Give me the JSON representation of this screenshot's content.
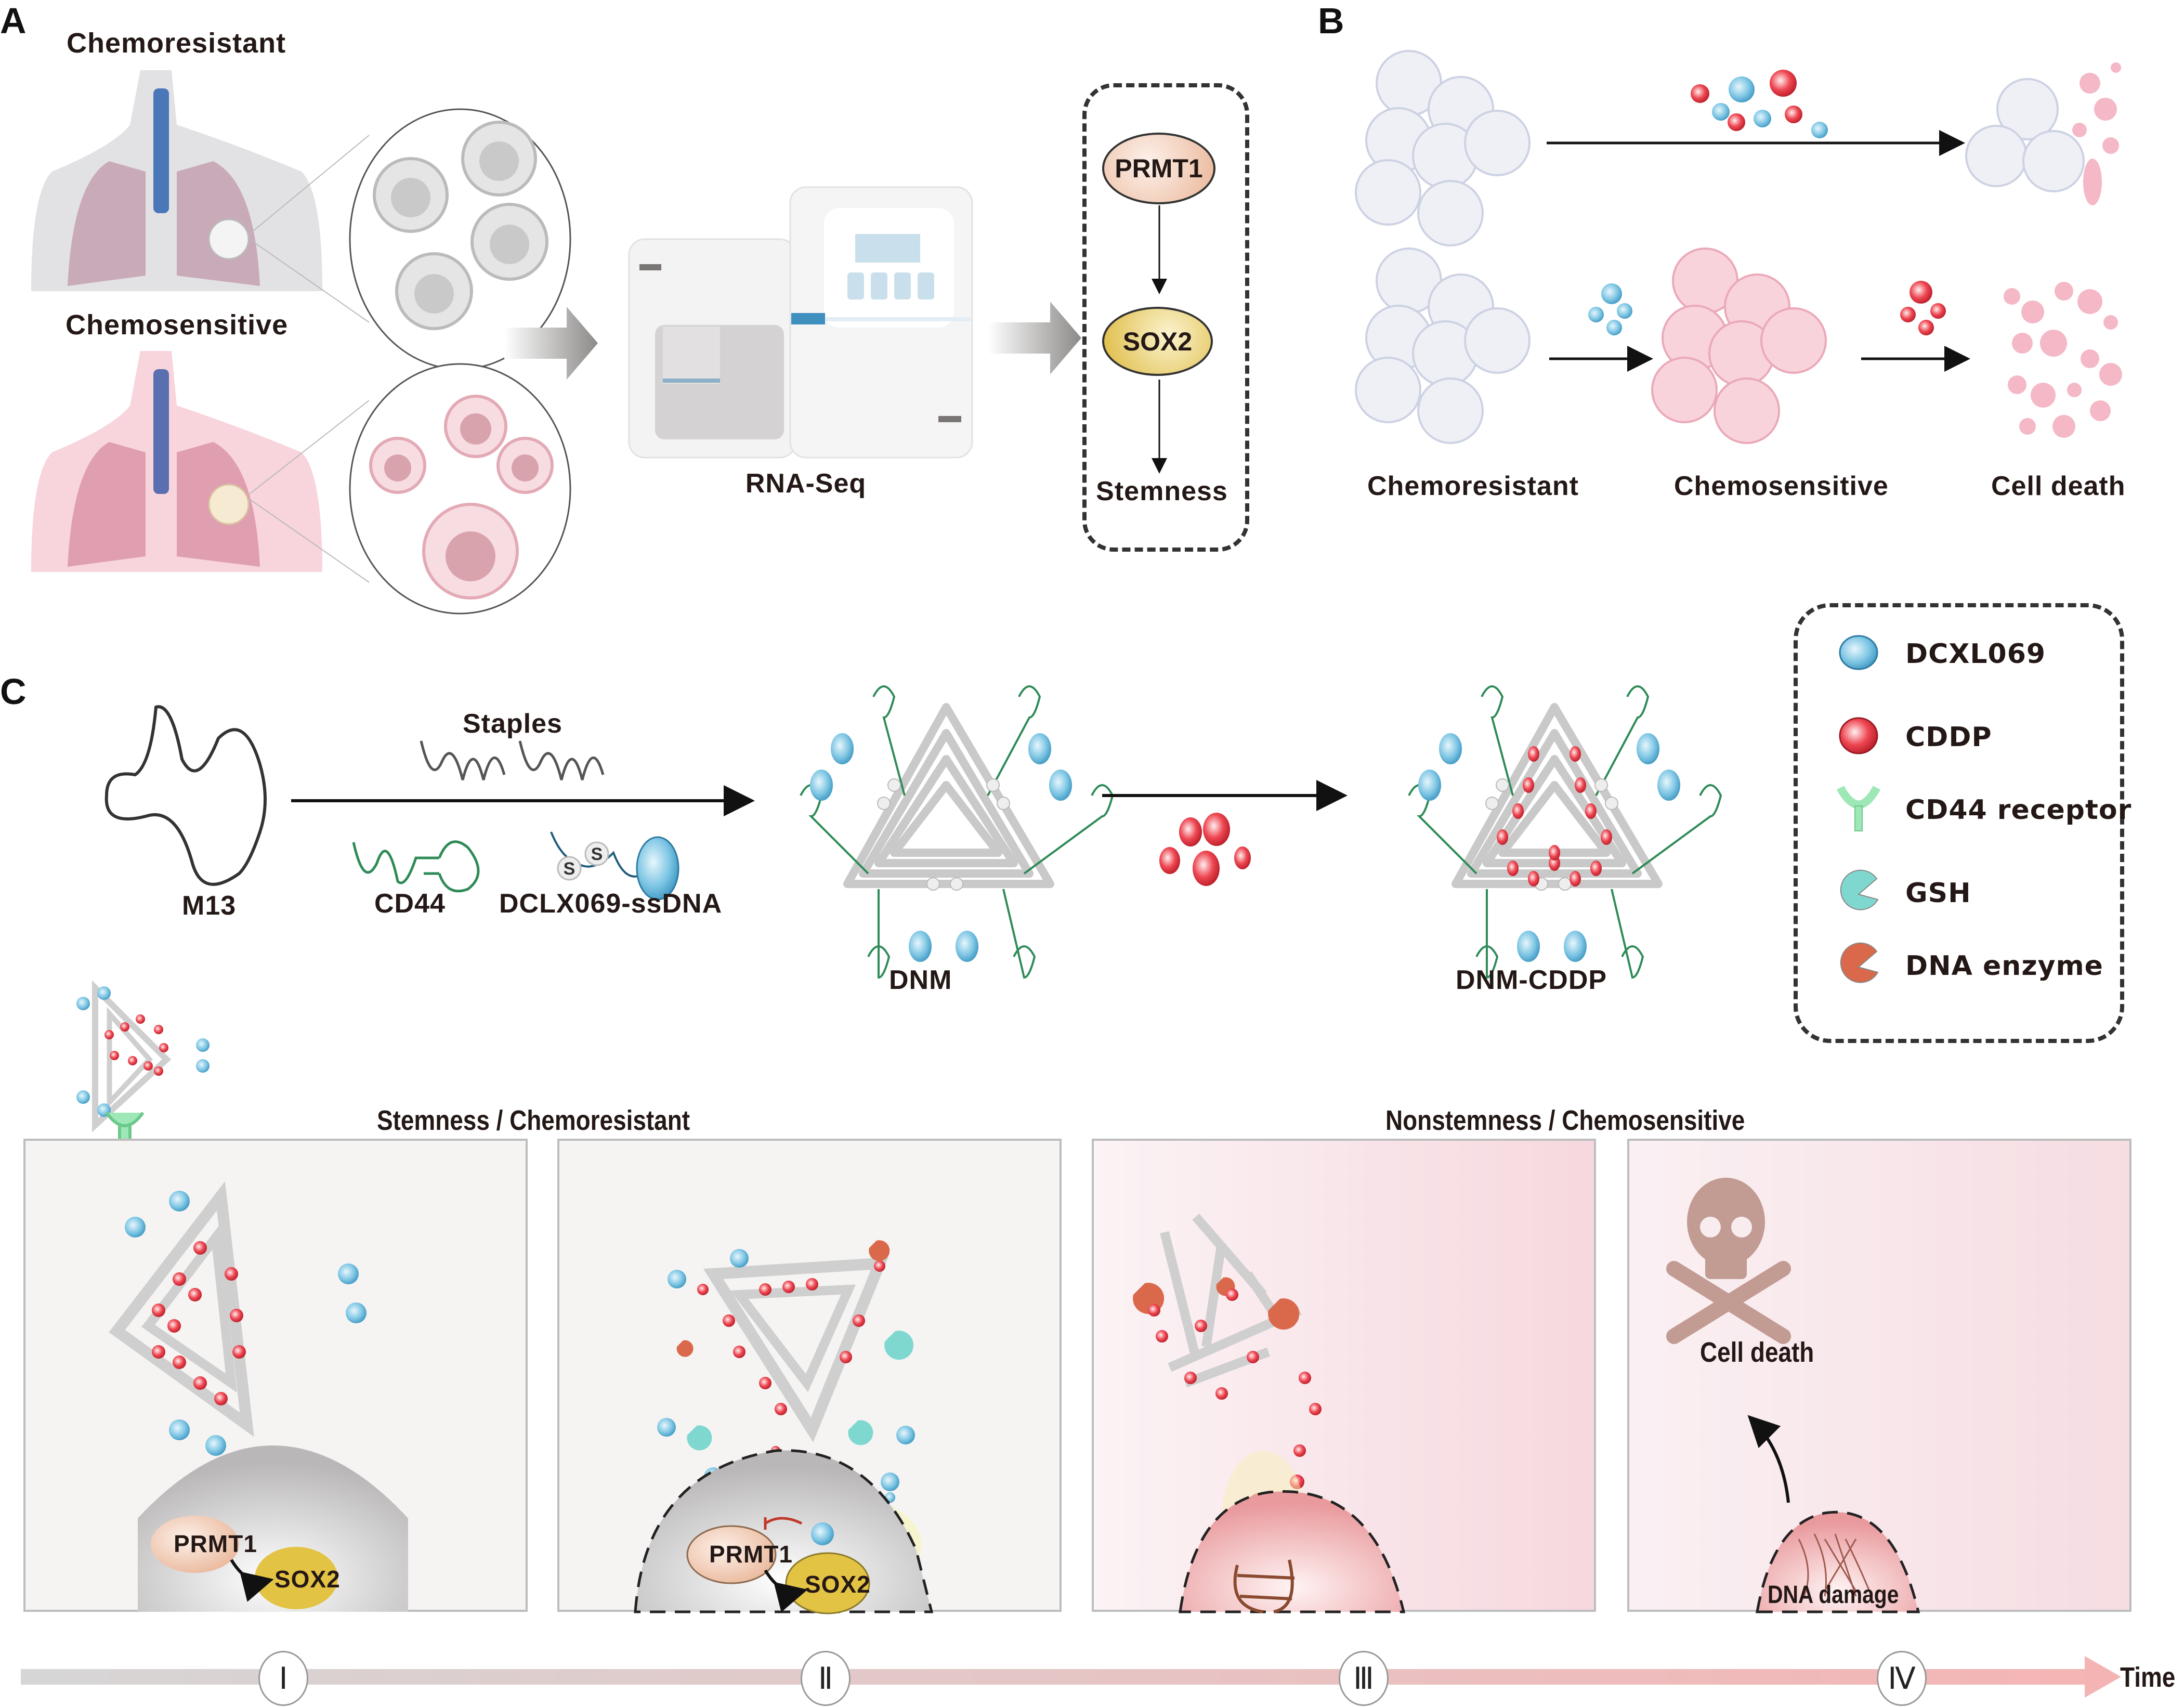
{
  "panels": {
    "A": {
      "letter": "A",
      "top_label": "Chemoresistant",
      "bottom_label": "Chemosensitive",
      "instrument_label": "RNA-Seq",
      "pathway": {
        "nodes": [
          "PRMT1",
          "SOX2",
          "Stemness"
        ]
      }
    },
    "B": {
      "letter": "B",
      "labels": [
        "Chemoresistant",
        "Chemosensitive",
        "Cell death"
      ]
    },
    "C": {
      "letter": "C",
      "synthesis": {
        "scaffold_label": "M13",
        "staples_label": "Staples",
        "cd44_label": "CD44",
        "ssdna_label": "DCLX069-ssDNA",
        "dnm_label": "DNM",
        "dnm_cddp_label": "DNM-CDDP",
        "disulfide_glyph": "S"
      },
      "legend": [
        {
          "icon": "blue-sphere-icon",
          "label": "DCXL069",
          "color": "#6fbfe0"
        },
        {
          "icon": "red-sphere-icon",
          "label": "CDDP",
          "color": "#e8414d"
        },
        {
          "icon": "y-receptor-icon",
          "label": "CD44 receptor",
          "color": "#9de8b6"
        },
        {
          "icon": "pacman-cyan-icon",
          "label": "GSH",
          "color": "#7fd8d0"
        },
        {
          "icon": "pacman-orange-icon",
          "label": "DNA enzyme",
          "color": "#d9694a"
        }
      ],
      "group_titles": [
        "Stemness / Chemoresistant",
        "Nonstemness / Chemosensitive"
      ],
      "stages": [
        {
          "genes": [
            "PRMT1",
            "SOX2"
          ]
        },
        {
          "genes": [
            "PRMT1",
            "SOX2"
          ]
        },
        {
          "genes": []
        },
        {
          "annotation": "Cell death",
          "nucleus_label": "DNA damage"
        }
      ],
      "timeline": {
        "markers": [
          "Ⅰ",
          "Ⅱ",
          "Ⅲ",
          "Ⅳ"
        ],
        "axis_label": "Time"
      }
    }
  },
  "colors": {
    "dcxl069": "#6fbfe0",
    "cddp": "#e8414d",
    "cd44": "#2e8b57",
    "prmt1": "#f2c9ad",
    "sox2": "#e9c84a",
    "pink": "#f4c6cc",
    "grey": "#e6e6ea"
  }
}
